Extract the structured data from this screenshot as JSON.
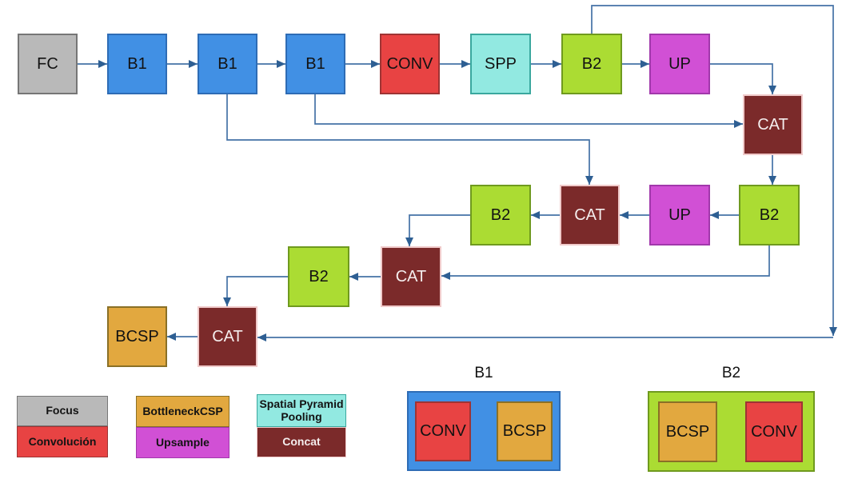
{
  "colors": {
    "gray_fill": "#b9b9b9",
    "gray_border": "#767676",
    "blue_fill": "#4190e4",
    "blue_border": "#2e6cb5",
    "red_fill": "#e84343",
    "red_border": "#9e3434",
    "cyan_fill": "#92e9e1",
    "cyan_border": "#3aa89e",
    "green_fill": "#abdc33",
    "green_border": "#6f9a1e",
    "magenta_fill": "#d150d5",
    "magenta_border": "#a138ab",
    "maroon_fill": "#7b2a2a",
    "maroon_border": "#f0caca",
    "orange_fill": "#e2a83f",
    "orange_border": "#8a7026",
    "connector": "#4472a6",
    "arrowhead": "#2e5f93",
    "node_text": "#121212",
    "light_text": "#f4eded"
  },
  "nodes": [
    {
      "id": "fc",
      "label": "FC",
      "type": "Focus"
    },
    {
      "id": "b1-1",
      "label": "B1",
      "type": "B1 block"
    },
    {
      "id": "b1-2",
      "label": "B1",
      "type": "B1 block"
    },
    {
      "id": "b1-3",
      "label": "B1",
      "type": "B1 block"
    },
    {
      "id": "conv",
      "label": "CONV",
      "type": "Convolución"
    },
    {
      "id": "spp",
      "label": "SPP",
      "type": "Spatial Pyramid Pooling"
    },
    {
      "id": "b2-1",
      "label": "B2",
      "type": "B2 block"
    },
    {
      "id": "up-1",
      "label": "UP",
      "type": "Upsample"
    },
    {
      "id": "cat-1",
      "label": "CAT",
      "type": "Concat"
    },
    {
      "id": "b2-2",
      "label": "B2",
      "type": "B2 block"
    },
    {
      "id": "cat-2",
      "label": "CAT",
      "type": "Concat"
    },
    {
      "id": "up-2",
      "label": "UP",
      "type": "Upsample"
    },
    {
      "id": "b2-3",
      "label": "B2",
      "type": "B2 block"
    },
    {
      "id": "b2-4",
      "label": "B2",
      "type": "B2 block"
    },
    {
      "id": "cat-3",
      "label": "CAT",
      "type": "Concat"
    },
    {
      "id": "cat-4",
      "label": "CAT",
      "type": "Concat"
    },
    {
      "id": "bcsp",
      "label": "BCSP",
      "type": "BottleneckCSP"
    }
  ],
  "legend": {
    "items": [
      {
        "label": "Focus",
        "color": "gray"
      },
      {
        "label": "Convolución",
        "color": "red"
      },
      {
        "label": "BottleneckCSP",
        "color": "orange"
      },
      {
        "label": "Upsample",
        "color": "magenta"
      },
      {
        "label": "Spatial Pyramid Pooling",
        "color": "cyan"
      },
      {
        "label": "Concat",
        "color": "maroon"
      }
    ]
  },
  "definitions": [
    {
      "name": "B1",
      "container_color": "blue",
      "children": [
        {
          "label": "CONV",
          "color": "red"
        },
        {
          "label": "BCSP",
          "color": "orange"
        }
      ]
    },
    {
      "name": "B2",
      "container_color": "green",
      "children": [
        {
          "label": "BCSP",
          "color": "orange"
        },
        {
          "label": "CONV",
          "color": "red"
        }
      ]
    }
  ]
}
